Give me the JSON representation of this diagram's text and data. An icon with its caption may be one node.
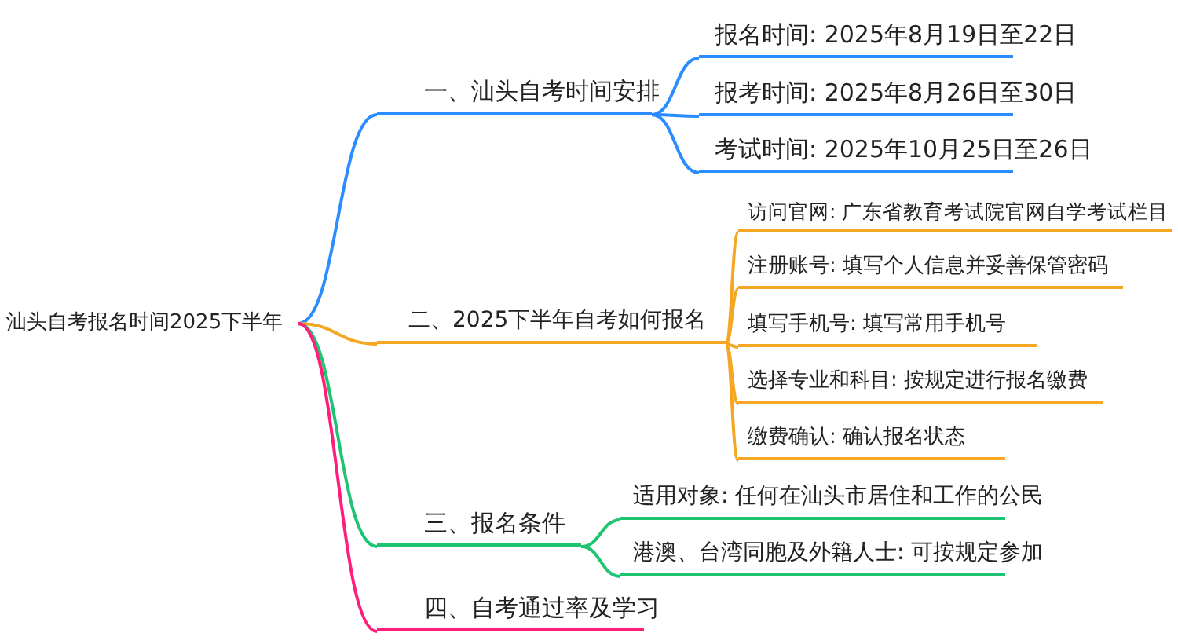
{
  "diagram": {
    "nodes": [
      {
        "text": [
          "汕头自考报名时间2025下半年"
        ]
      },
      {
        "text": [
          "一、汕头自考时间安排"
        ]
      },
      {
        "text": [
          "报名时间: 2025年8月19日至22日"
        ]
      },
      {
        "text": [
          "报考时间: 2025年8月26日至30日"
        ]
      },
      {
        "text": [
          "考试时间: 2025年10月25日至26日"
        ]
      },
      {
        "text": [
          "二、2025下半年自考如何报名"
        ]
      },
      {
        "text": [
          "访问官网: 广东省教育考试院官网自学考试栏目"
        ]
      },
      {
        "text": [
          "注册账号: 填写个人信息并妥善保管密码"
        ]
      },
      {
        "text": [
          "填写手机号: 填写常用手机号"
        ]
      },
      {
        "text": [
          "选择专业和科目: 按规定进行报名缴费"
        ]
      },
      {
        "text": [
          "缴费确认: 确认报名状态"
        ]
      },
      {
        "text": [
          "三、报名条件"
        ]
      },
      {
        "text": [
          "适用对象: 任何在汕头市居住和工作的公民"
        ]
      },
      {
        "text": [
          "港澳、台湾同胞及外籍人士: 可按规定参加"
        ]
      },
      {
        "text": [
          "四、自考通过率及学习"
        ]
      }
    ],
    "edges": [
      {
        "from": 0,
        "to": 1,
        "arrow": "none",
        "color": "#2b8cff"
      },
      {
        "from": 1,
        "to": 2,
        "arrow": "none",
        "color": "#2b8cff"
      },
      {
        "from": 1,
        "to": 3,
        "arrow": "none",
        "color": "#2b8cff"
      },
      {
        "from": 1,
        "to": 4,
        "arrow": "none",
        "color": "#2b8cff"
      },
      {
        "from": 0,
        "to": 5,
        "arrow": "none"
      },
      {
        "from": 5,
        "to": 6,
        "arrow": "none"
      },
      {
        "from": 5,
        "to": 7,
        "arrow": "none"
      },
      {
        "from": 5,
        "to": 8,
        "arrow": "none"
      },
      {
        "from": 5,
        "to": 9,
        "arrow": "none"
      },
      {
        "from": 5,
        "to": 10,
        "arrow": "none"
      },
      {
        "from": 0,
        "to": 11,
        "arrow": "none",
        "color": "#1ec472"
      },
      {
        "from": 11,
        "to": 12,
        "arrow": "none",
        "color": "#1ec472"
      },
      {
        "from": 11,
        "to": 13,
        "arrow": "none",
        "color": "#1ec472"
      },
      {
        "from": 0,
        "to": 14,
        "arrow": "none",
        "color": "#ff1f7a"
      }
    ]
  }
}
